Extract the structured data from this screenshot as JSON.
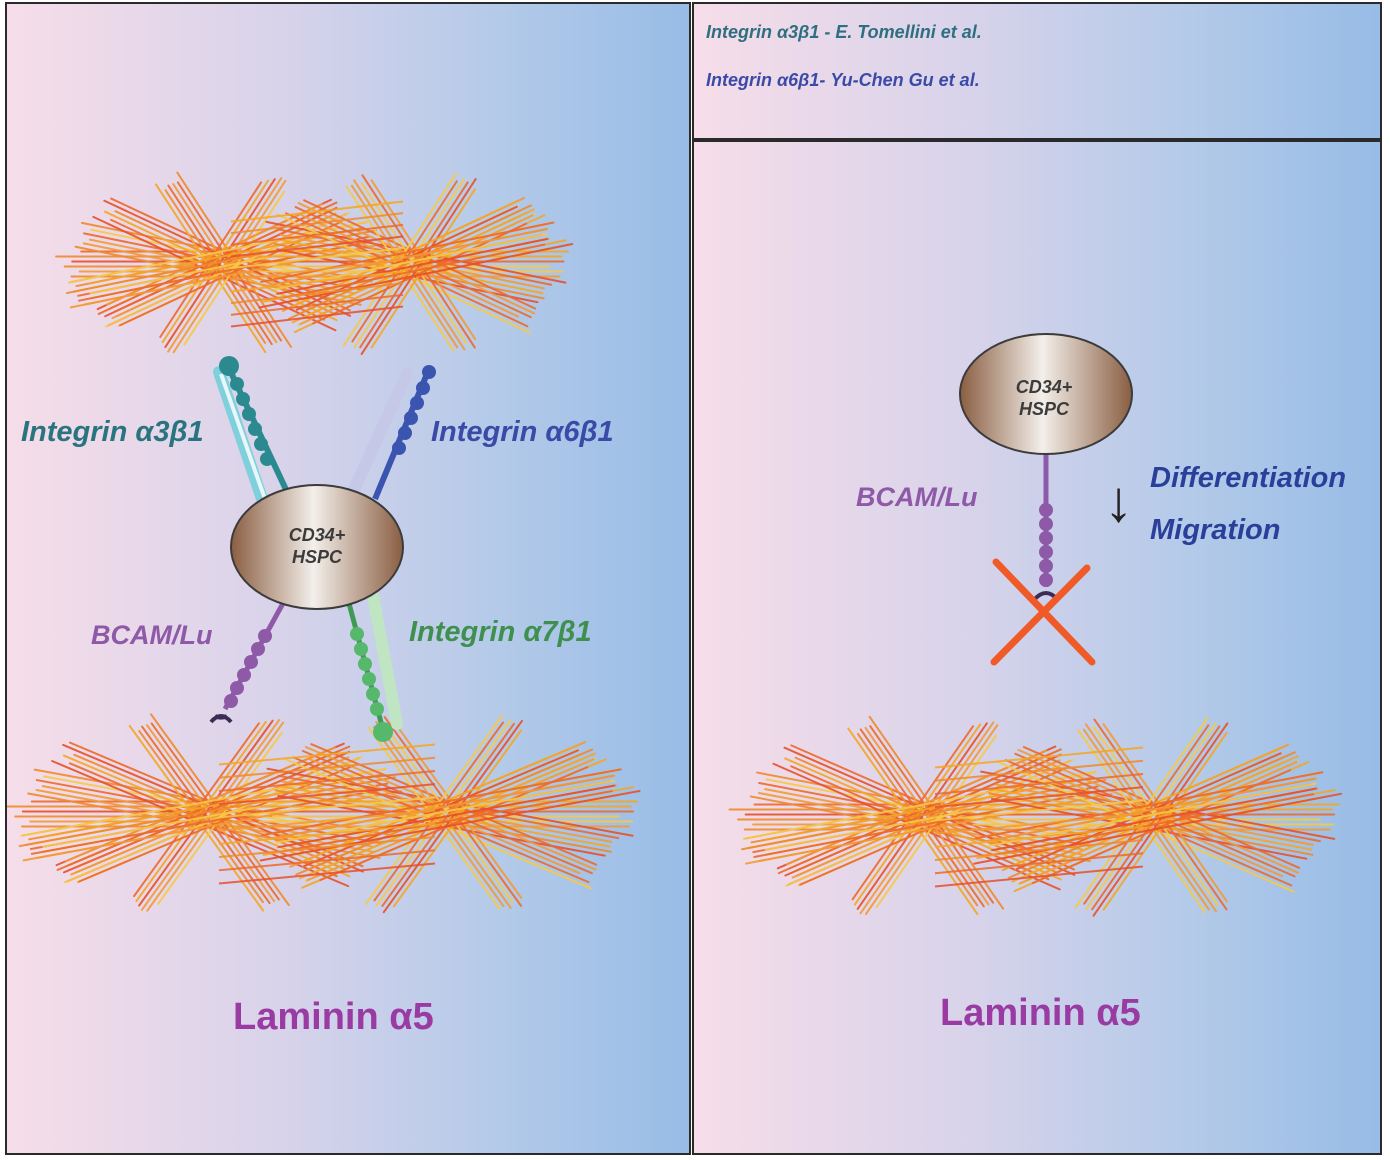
{
  "references": [
    {
      "text": "Integrin α3β1 - E. Tomellini et al.",
      "color": "#2f6f80"
    },
    {
      "text": "Integrin α6β1- Yu-Chen Gu et al.",
      "color": "#3a4aa6"
    }
  ],
  "left_panel": {
    "cell_line1": "CD34+",
    "cell_line2": "HSPC",
    "labels": {
      "integrin_a3b1": "Integrin α3β1",
      "integrin_a6b1": "Integrin α6β1",
      "integrin_a7b1": "Integrin α7β1",
      "bcam": "BCAM/Lu"
    },
    "title": "Laminin α5"
  },
  "right_panel": {
    "cell_line1": "CD34+",
    "cell_line2": "HSPC",
    "bcam": "BCAM/Lu",
    "arrow": "↓",
    "effects": [
      "Differentiation",
      "Migration"
    ],
    "title": "Laminin α5"
  },
  "colors": {
    "teal": "#2a8a90",
    "blue": "#3a55b0",
    "green": "#3f9a55",
    "purple": "#8e5aa8",
    "laminin": "#ee7a2a",
    "cross": "#f05a28"
  }
}
